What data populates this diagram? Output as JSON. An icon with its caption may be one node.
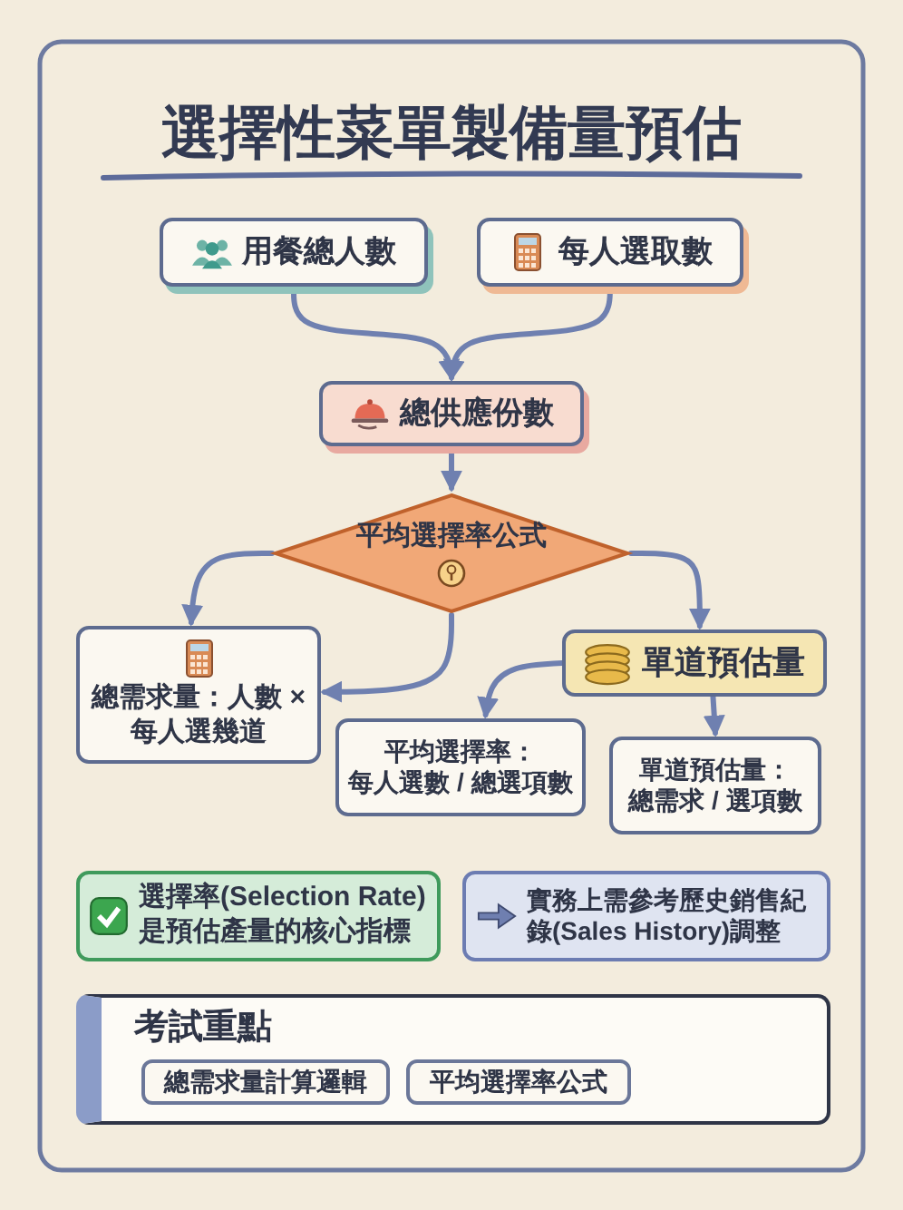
{
  "diagram": {
    "title": "選擇性菜單製備量預估",
    "nodes": [
      {
        "text": [
          "用餐總人數"
        ]
      },
      {
        "text": [
          "每人選取數"
        ]
      },
      {
        "text": [
          "總供應份數"
        ]
      },
      {
        "text": [
          "平均選擇率公式"
        ]
      },
      {
        "text": [
          "總需求量：人數 × 每人選幾道"
        ]
      },
      {
        "text": [
          "單道預估量"
        ]
      },
      {
        "text": [
          "平均選擇率：每人選數 / 總選項數"
        ]
      },
      {
        "text": [
          "單道預估量：總需求 / 選項數"
        ]
      },
      {
        "text": [
          "選擇率(Selection Rate)是預估產量的核心指標"
        ]
      },
      {
        "text": [
          "實務上需參考歷史銷售紀錄(Sales History)調整"
        ]
      },
      {
        "text": [
          "考試重點"
        ]
      },
      {
        "text": [
          "總需求量計算邏輯"
        ],
        "in": 10
      },
      {
        "text": [
          "平均選擇率公式"
        ],
        "in": 10
      }
    ],
    "edges": [
      {
        "from": 0,
        "to": 2,
        "arrow": "to"
      },
      {
        "from": 1,
        "to": 2,
        "arrow": "to"
      },
      {
        "from": 2,
        "to": 3,
        "arrow": "to"
      },
      {
        "from": 3,
        "to": 4,
        "arrow": "to"
      },
      {
        "from": 3,
        "to": 5,
        "arrow": "to"
      },
      {
        "from": 3,
        "to": 4,
        "arrow": "to"
      },
      {
        "from": 5,
        "to": 6,
        "arrow": "to"
      },
      {
        "from": 5,
        "to": 7,
        "arrow": "to"
      }
    ]
  }
}
